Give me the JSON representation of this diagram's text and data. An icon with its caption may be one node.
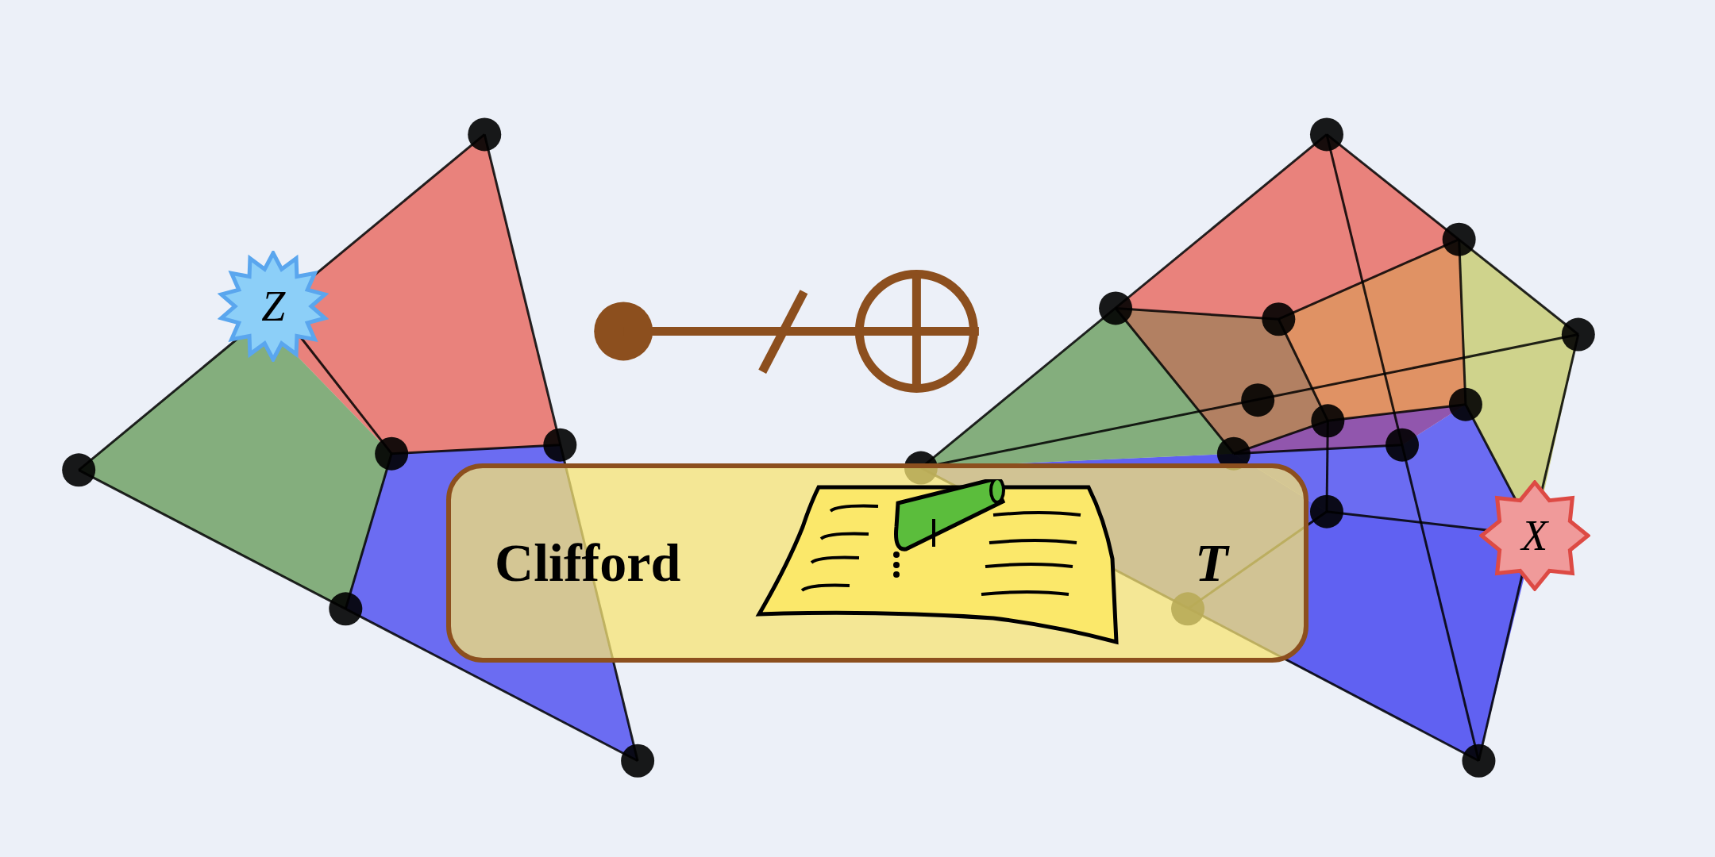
{
  "diagram": {
    "nodes": [
      {
        "text": [
          "Z"
        ]
      },
      {
        "text": [
          "X"
        ]
      },
      {
        "text": [
          "Clifford",
          "T"
        ]
      }
    ]
  }
}
